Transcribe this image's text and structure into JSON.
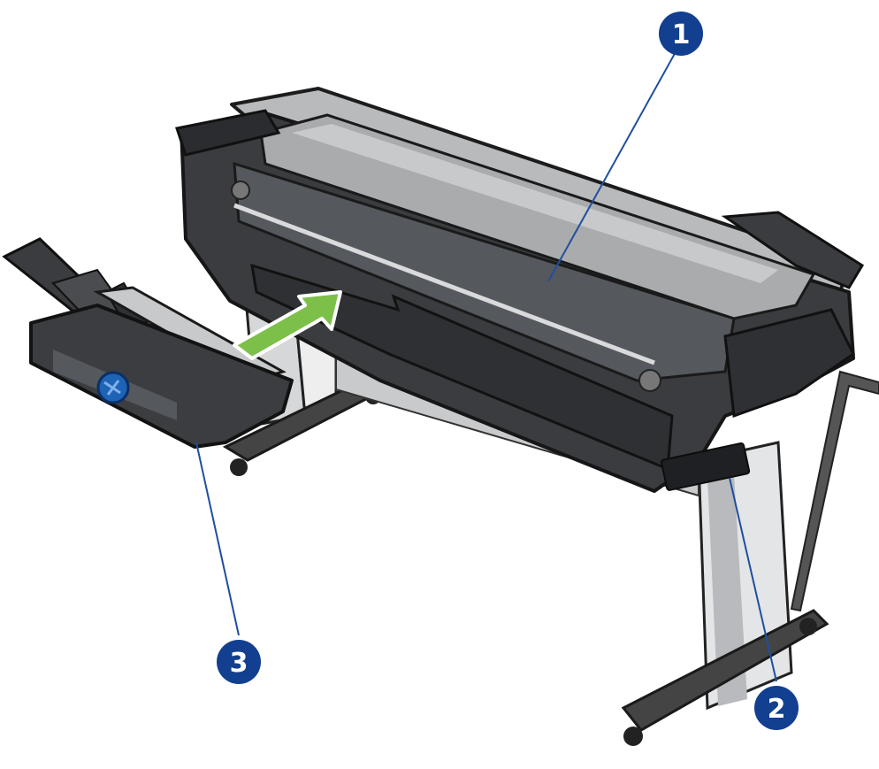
{
  "callouts": [
    {
      "id": "callout-1",
      "label": "1",
      "part": "top-cover"
    },
    {
      "id": "callout-2",
      "label": "2",
      "part": "power-switch-area"
    },
    {
      "id": "callout-3",
      "label": "3",
      "part": "roll-attachment-basket"
    }
  ],
  "colors": {
    "callout_fill": "#123f8f",
    "callout_line": "#1f4f9f",
    "arrow_fill": "#7cc04a",
    "printer_body": "#3b3d40",
    "printer_top": "#a8aaac",
    "stand": "#d8d9db",
    "knob": "#1e63b5"
  },
  "icons": [
    "insert-arrow-icon",
    "blue-knob-icon"
  ]
}
